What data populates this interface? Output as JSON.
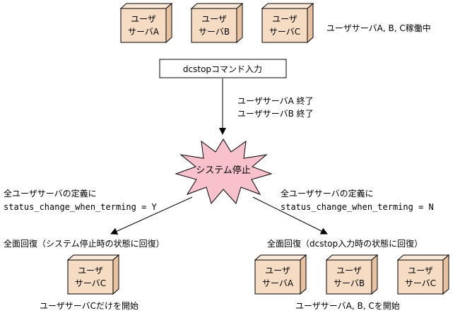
{
  "top_servers": [
    {
      "line1": "ユーザ",
      "line2": "サーバA"
    },
    {
      "line1": "ユーザ",
      "line2": "サーバB"
    },
    {
      "line1": "ユーザ",
      "line2": "サーバC"
    }
  ],
  "top_status": "ユーザサーバA, B, C稼働中",
  "command_box": "dcstopコマンド入力",
  "stop_messages": [
    "ユーザサーバA 終了",
    "ユーザサーバB 終了"
  ],
  "system_stop": "システム停止",
  "left_branch": {
    "def_line1": "全ユーザサーバの定義に",
    "def_line2": "status_change_when_terming = Y",
    "recovery": "全面回復（システム停止時の状態に回復）",
    "servers": [
      {
        "line1": "ユーザ",
        "line2": "サーバC"
      }
    ],
    "result": "ユーザサーバCだけを開始"
  },
  "right_branch": {
    "def_line1": "全ユーザサーバの定義に",
    "def_line2": "status_change_when_terming = N",
    "recovery": "全面回復（dcstop入力時の状態に回復）",
    "servers": [
      {
        "line1": "ユーザ",
        "line2": "サーバA"
      },
      {
        "line1": "ユーザ",
        "line2": "サーバB"
      },
      {
        "line1": "ユーザ",
        "line2": "サーバC"
      }
    ],
    "result": "ユーザサーバA, B, Cを開始"
  },
  "colors": {
    "box_face": "#f5dcc2",
    "box_side": "#e8c2a0",
    "star_fill": "#f9c1cc",
    "line": "#000000"
  }
}
